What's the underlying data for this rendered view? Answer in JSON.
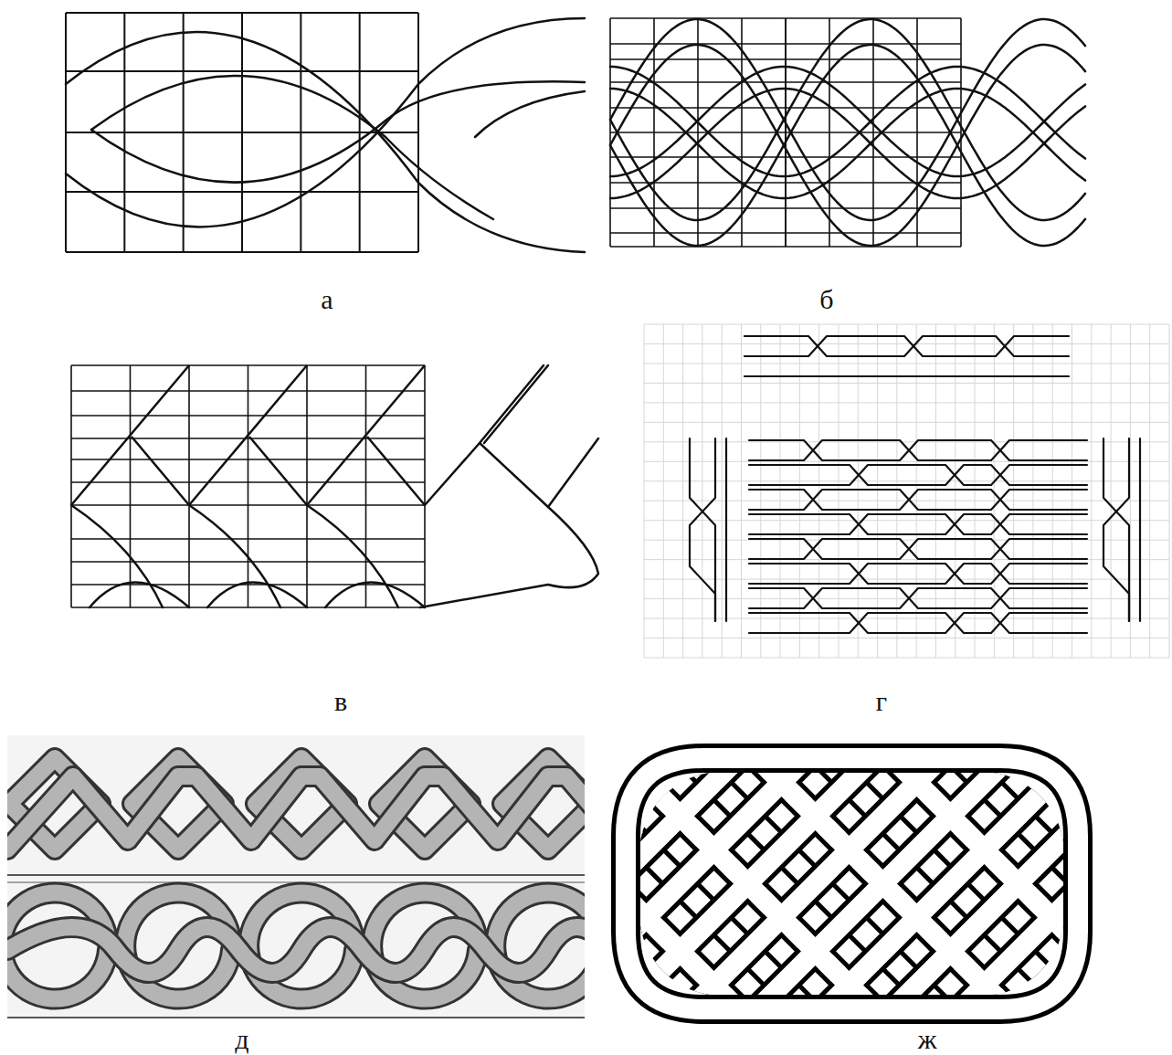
{
  "diagram": {
    "labels": [
      "а",
      "б",
      "в",
      "г",
      "д",
      "ж"
    ]
  }
}
